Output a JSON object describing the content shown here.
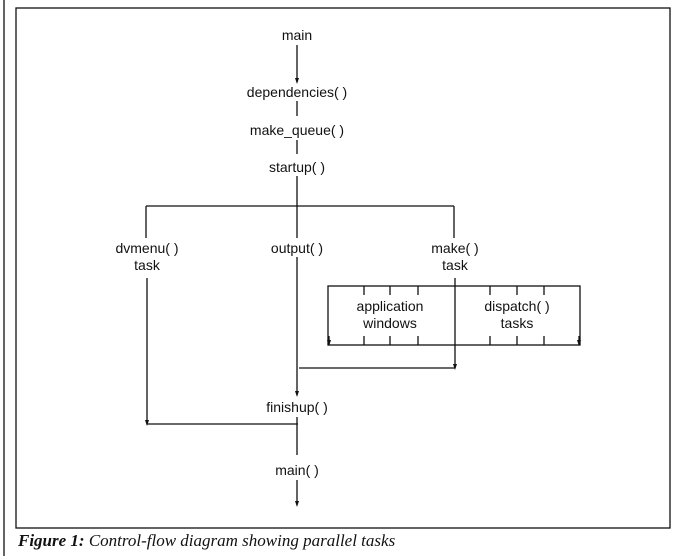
{
  "diagram": {
    "title": "Control-flow diagram showing parallel tasks",
    "nodes": {
      "main": "main",
      "dependencies": "dependencies( )",
      "make_queue": "make_queue( )",
      "startup": "startup( )",
      "dvmenu": [
        "dvmenu( )",
        "task"
      ],
      "output": "output( )",
      "make": [
        "make( )",
        "task"
      ],
      "app_windows": [
        "application",
        "windows"
      ],
      "dispatch": [
        "dispatch( )",
        "tasks"
      ],
      "finishup": "finishup( )",
      "main_end": "main( )"
    },
    "edges": [
      {
        "from": "main",
        "to": "dependencies"
      },
      {
        "from": "dependencies",
        "to": "make_queue"
      },
      {
        "from": "make_queue",
        "to": "startup"
      },
      {
        "from": "startup",
        "to": "dvmenu"
      },
      {
        "from": "startup",
        "to": "output"
      },
      {
        "from": "startup",
        "to": "make"
      },
      {
        "from": "make",
        "to": "app_windows"
      },
      {
        "from": "make",
        "to": "dispatch"
      },
      {
        "from": "make",
        "to": "finishup"
      },
      {
        "from": "output",
        "to": "finishup"
      },
      {
        "from": "dvmenu",
        "to": "finishup"
      },
      {
        "from": "finishup",
        "to": "main_end"
      }
    ]
  },
  "caption": {
    "label": "Figure 1:",
    "text": " Control-flow diagram showing parallel tasks"
  }
}
